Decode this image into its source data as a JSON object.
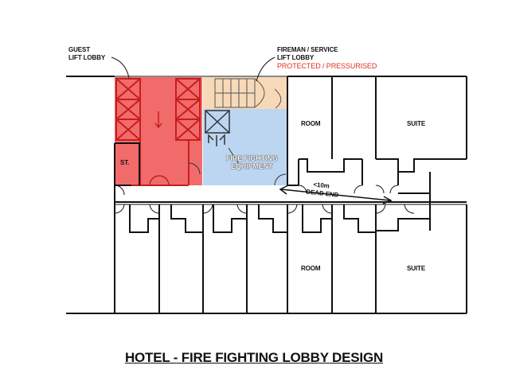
{
  "labels": {
    "guest_lobby_line1": "GUEST",
    "guest_lobby_line2": "LIFT LOBBY",
    "fireman_line1": "FIREMAN / SERVICE",
    "fireman_line2": "LIFT LOBBY",
    "protected": "PROTECTED / PRESSURISED",
    "store": "ST.",
    "room_upper": "ROOM",
    "suite_upper": "SUITE",
    "room_lower": "ROOM",
    "suite_lower": "SUITE",
    "equipment_line1": "FIRE FIGHTING",
    "equipment_line2": "EQUIPMENT",
    "dead_end_line1": "<10m",
    "dead_end_line2": "DEAD END"
  },
  "title": "HOTEL - FIRE FIGHTING LOBBY DESIGN",
  "colors": {
    "guest_lobby_fill": "#f26b6b",
    "guest_lobby_border": "#c81e1e",
    "fireman_lobby_fill": "#bcd6f2",
    "stair_fill": "#f7d9b8",
    "protected_text": "#e03020",
    "wall": "#111111"
  }
}
